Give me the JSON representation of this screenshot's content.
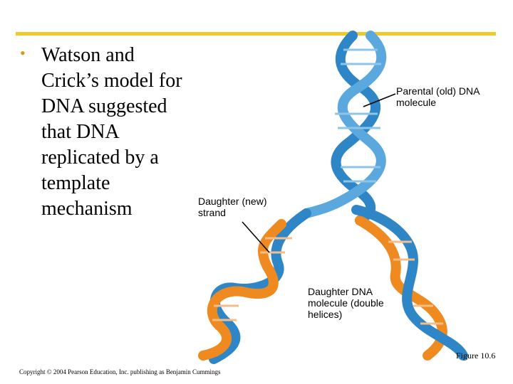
{
  "bullet": {
    "marker": "•",
    "text": "Watson and Crick’s model for DNA suggested that DNA replicated by a template mechanism"
  },
  "labels": {
    "parental": "Parental (old) DNA molecule",
    "daughter_strand": "Daughter (new) strand",
    "daughter_molecule": "Daughter DNA molecule (double helices)"
  },
  "figure_label": "Figure 10.6",
  "copyright": "Copyright © 2004 Pearson Education, Inc. publishing as Benjamin Cummings",
  "colors": {
    "rule": "#f3c82b",
    "bullet": "#d39a1a",
    "old_strand": "#2f86c6",
    "new_strand": "#ee8a1f"
  }
}
